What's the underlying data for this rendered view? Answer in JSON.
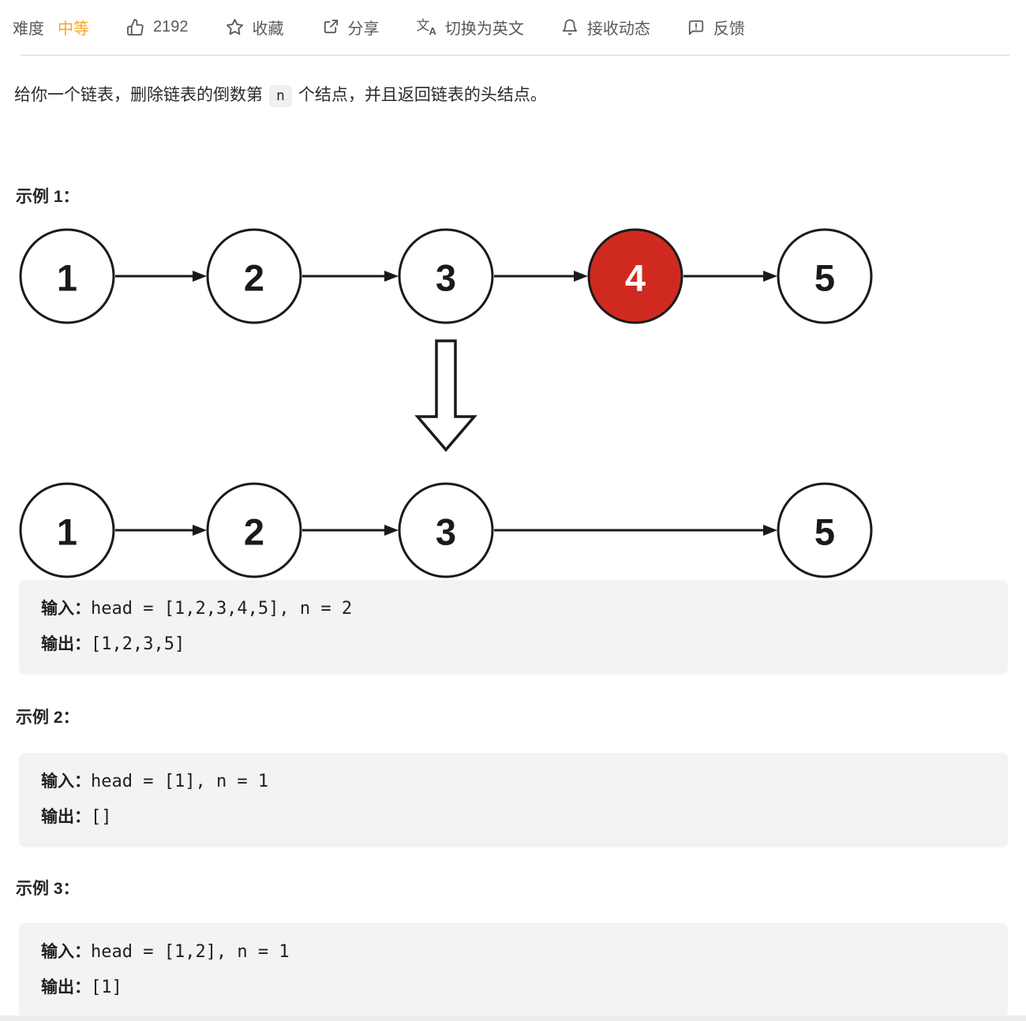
{
  "toolbar": {
    "difficulty_label": "难度",
    "difficulty_value": "中等",
    "likes_count": "2192",
    "favorite_label": "收藏",
    "share_label": "分享",
    "language_label": "切换为英文",
    "subscribe_label": "接收动态",
    "feedback_label": "反馈",
    "translate_icon_cn": "文",
    "translate_icon_en": "A"
  },
  "colors": {
    "difficulty_medium": "#f5a623",
    "toolbar_text": "#595959",
    "node_highlight": "#d02a20",
    "code_block_bg": "#f2f3f4"
  },
  "statement": {
    "part1": "给你一个链表，删除链表的倒数第",
    "inline_code": "n",
    "part2": "个结点，并且返回链表的头结点。"
  },
  "diagram": {
    "description": "linked list 1→2→3→4→5 with node 4 highlighted red, arrow down, result list 1→2→3→5",
    "top_row": {
      "nodes": [
        "1",
        "2",
        "3",
        "4",
        "5"
      ],
      "highlighted_node": "4"
    },
    "bottom_row": {
      "nodes": [
        "1",
        "2",
        "3",
        "5"
      ]
    }
  },
  "examples": [
    {
      "heading": "示例 1：",
      "input_label": "输入：",
      "input_value": "head = [1,2,3,4,5], n = 2",
      "output_label": "输出：",
      "output_value": "[1,2,3,5]"
    },
    {
      "heading": "示例 2：",
      "input_label": "输入：",
      "input_value": "head = [1], n = 1",
      "output_label": "输出：",
      "output_value": "[]"
    },
    {
      "heading": "示例 3：",
      "input_label": "输入：",
      "input_value": "head = [1,2], n = 1",
      "output_label": "输出：",
      "output_value": "[1]"
    }
  ]
}
